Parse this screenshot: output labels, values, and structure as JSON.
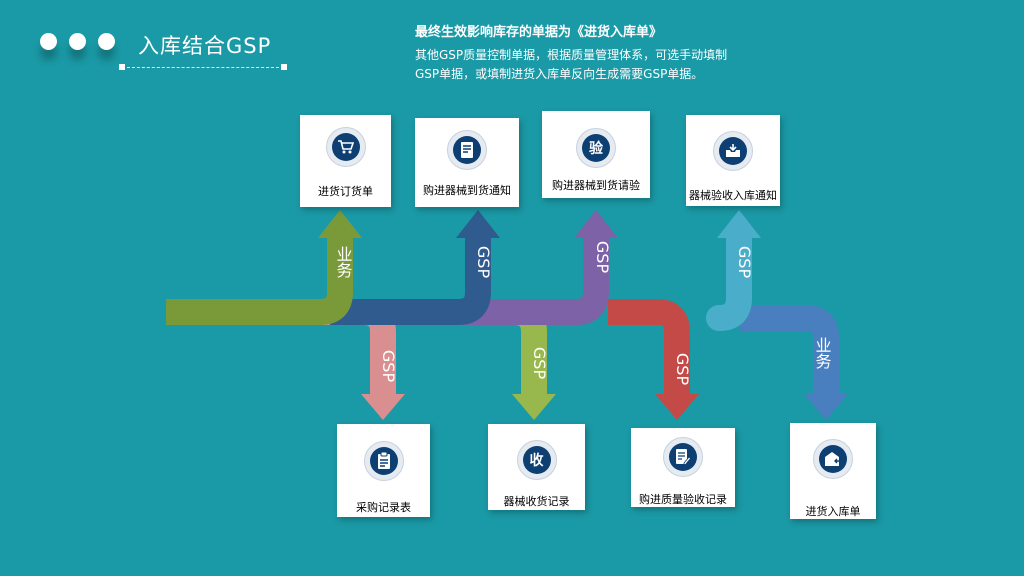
{
  "header": {
    "title": "入库结合GSP",
    "headline": "最终生效影响库存的单据为《进货入库单》",
    "desc_line1": "其他GSP质量控制单据，根据质量管理体系，可选手动填制",
    "desc_line2": "GSP单据，或填制进货入库单反向生成需要GSP单据。"
  },
  "top_cards": [
    {
      "label": "进货订货单",
      "icon": "cart-icon"
    },
    {
      "label": "购进器械到货通知",
      "icon": "document-icon"
    },
    {
      "label": "购进器械到货请验",
      "icon": "verify-icon",
      "icon_text": "验"
    },
    {
      "label": "器械验收入库通知",
      "icon": "inbox-icon"
    }
  ],
  "bottom_cards": [
    {
      "label": "采购记录表",
      "icon": "clipboard-icon"
    },
    {
      "label": "器械收货记录",
      "icon": "receive-icon",
      "icon_text": "收"
    },
    {
      "label": "购进质量验收记录",
      "icon": "edit-document-icon"
    },
    {
      "label": "进货入库单",
      "icon": "warehouse-in-icon"
    }
  ],
  "arrow_labels": {
    "a1": "业务",
    "a2": "GSP",
    "a3": "GSP",
    "a4": "GSP",
    "a5": "GSP",
    "a6": "GSP",
    "a7": "GSP",
    "a8": "业务"
  },
  "colors": {
    "background": "#1a9aa6",
    "green": "#7a9a3a",
    "navy": "#2f5b8f",
    "purple": "#7d62a8",
    "sky": "#4aaecb",
    "pink": "#d98f8f",
    "lime": "#98b84e",
    "red": "#c44a47",
    "blue": "#4a7fbf",
    "icon_dark": "#0d3f73"
  }
}
